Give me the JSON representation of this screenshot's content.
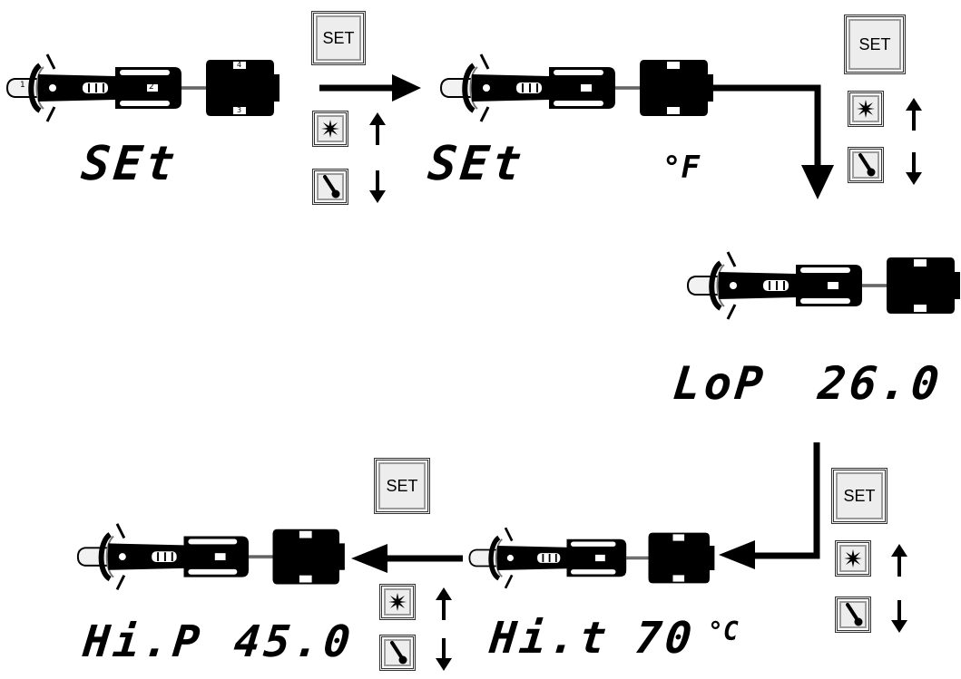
{
  "buttons": {
    "set": "SET"
  },
  "icons": {
    "fan": "fan-icon",
    "thermometer": "thermometer-icon",
    "up": "arrow-up-icon",
    "down": "arrow-down-icon"
  },
  "device": {
    "label_1": "1",
    "label_2": "2",
    "label_3": "3",
    "label_4": "4"
  },
  "steps": {
    "s1": {
      "param": "SEt",
      "value": ""
    },
    "s2": {
      "param": "SEt",
      "unit": "°F"
    },
    "s3": {
      "param": "LoP",
      "value": "26.0"
    },
    "s4": {
      "param": "Hi.t",
      "value": "70",
      "unit": "°C"
    },
    "s5": {
      "param": "Hi.P",
      "value": "45.0"
    }
  }
}
